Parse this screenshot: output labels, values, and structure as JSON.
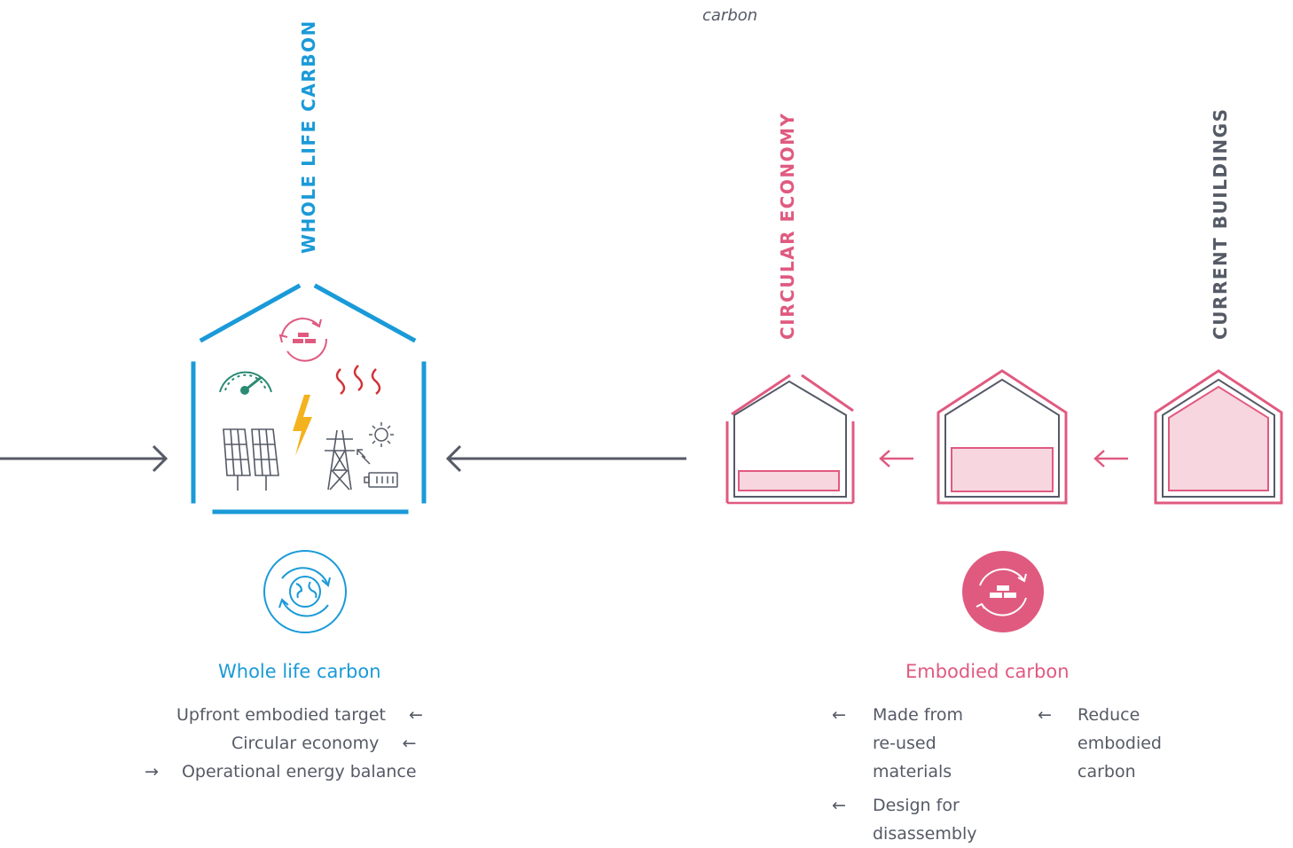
{
  "labels": {
    "whole_life_carbon_vertical": "WHOLE LIFE  CARBON",
    "circular_economy_vertical": "CIRCULAR ECONOMY",
    "current_buildings_vertical": "CURRENT BUILDINGS",
    "top_fragment": "carbon"
  },
  "colors": {
    "blue": "#1a9ad8",
    "pink": "#e05a80",
    "pink_fill": "#f8d6df",
    "gray": "#555a66",
    "teal": "#2a8a74",
    "red": "#d0353a",
    "yellow": "#f4b21e"
  },
  "left_section": {
    "title": "Whole life carbon",
    "icon": "globe-cycle-icon",
    "items": [
      {
        "text": "Upfront embodied target",
        "arrow": "←"
      },
      {
        "text": "Circular economy",
        "arrow": "←"
      },
      {
        "text": "Operational energy balance",
        "arrow": "→"
      }
    ]
  },
  "right_section": {
    "title": "Embodied carbon",
    "icon": "bricks-cycle-icon",
    "col1": [
      {
        "arrow": "←",
        "lines": [
          "Made from",
          "re-used",
          "materials"
        ]
      },
      {
        "arrow": "←",
        "lines": [
          "Design for",
          "disassembly"
        ]
      }
    ],
    "col2": [
      {
        "arrow": "←",
        "lines": [
          "Reduce",
          "embodied",
          "carbon"
        ]
      }
    ]
  },
  "house_fill_levels": [
    {
      "name": "circular-economy-house",
      "fill_fraction": 0.17
    },
    {
      "name": "reduced-embodied-house",
      "fill_fraction": 0.45
    },
    {
      "name": "current-building-house",
      "fill_fraction": 1.0
    }
  ]
}
